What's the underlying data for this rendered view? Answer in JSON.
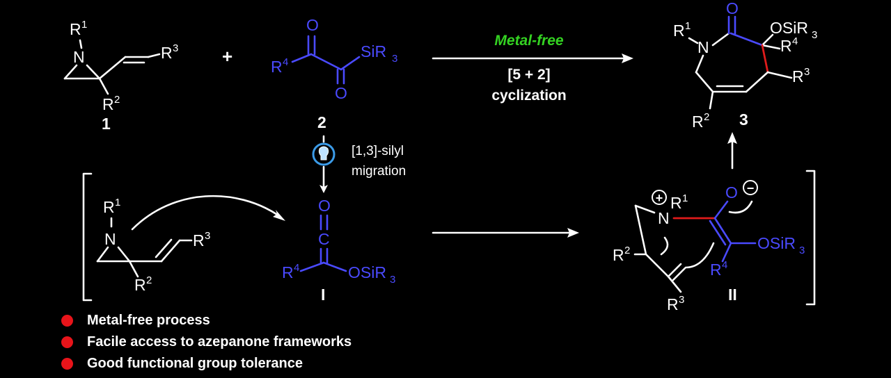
{
  "reaction": {
    "conditions_top": "Metal-free",
    "conditions_bottom_1": "[5 + 2]",
    "conditions_bottom_2": "cyclization",
    "plus": "+",
    "light_step_1": "[1,3]-silyl",
    "light_step_2": "migration"
  },
  "compounds": {
    "c1": "1",
    "c2": "2",
    "c3": "3",
    "int1": "I",
    "int2": "II"
  },
  "atoms": {
    "N": "N",
    "O": "O",
    "C": "C",
    "R": "R",
    "OSiR": "OSiR",
    "SiR": "SiR",
    "sub3": "3",
    "sup1": "1",
    "sup2": "2",
    "sup3": "3",
    "sup4": "4",
    "plus": "+",
    "minus": "−"
  },
  "bullets": [
    "Metal-free process",
    "Facile access to azepanone frameworks",
    "Good functional group tolerance"
  ],
  "colors": {
    "background": "#000000",
    "text": "#ffffff",
    "reagent": "#4a4aff",
    "metal_free": "#34d322",
    "new_bond": "#e01b1b",
    "bullet": "#e8141a"
  }
}
